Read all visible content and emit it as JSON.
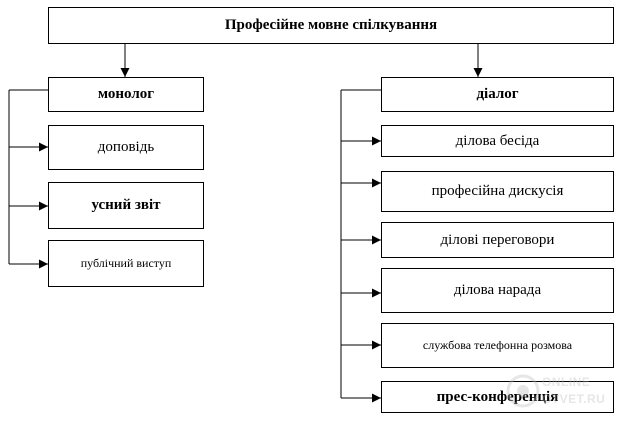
{
  "root": {
    "label": "Професійне мовне спілкування"
  },
  "monologue": {
    "label": "монолог",
    "items": [
      {
        "label": "доповідь"
      },
      {
        "label": "усний звіт"
      },
      {
        "label": "публічний виступ"
      }
    ]
  },
  "dialogue": {
    "label": "діалог",
    "items": [
      {
        "label": "ділова бесіда"
      },
      {
        "label": "професійна дискусія"
      },
      {
        "label": "ділові переговори"
      },
      {
        "label": "ділова нарада"
      },
      {
        "label": "службова телефонна розмова"
      },
      {
        "label": "прес-конференція"
      }
    ]
  },
  "watermark": {
    "line1": "ONLINE",
    "line2": "OTVET.RU"
  }
}
